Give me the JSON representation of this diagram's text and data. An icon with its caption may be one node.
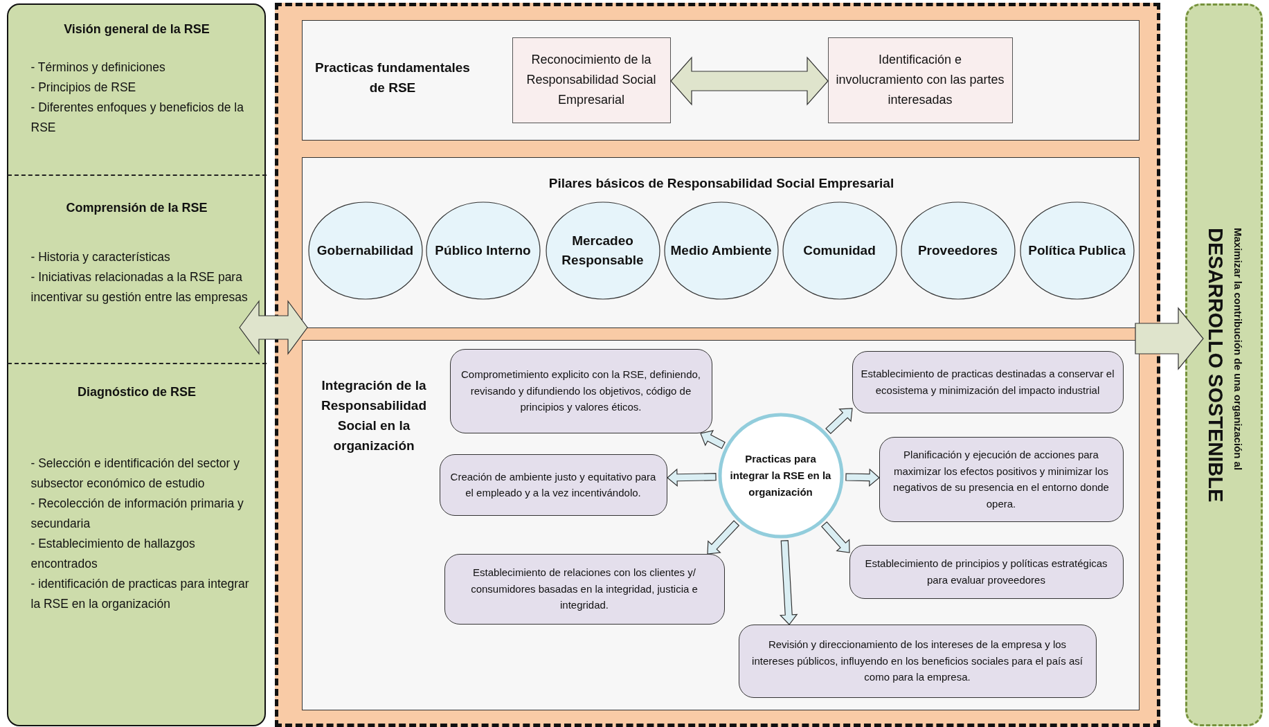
{
  "diagram": {
    "nodes": [
      {
        "text": [],
        "shape": "box"
      },
      {
        "text": [
          "Visión general de la RSE",
          "- Términos y definiciones",
          "- Principios de RSE",
          "- Diferentes enfoques y beneficios de la RSE"
        ],
        "in": 0
      },
      {
        "text": [
          "Comprensión de la RSE",
          "- Historia y características",
          "- Iniciativas relacionadas a la RSE para incentivar su gestión entre las empresas"
        ],
        "in": 0
      },
      {
        "text": [
          "Diagnóstico de RSE",
          "- Selección e identificación del sector y subsector económico de estudio",
          "- Recolección de información primaria y secundaria",
          "- Establecimiento de hallazgos encontrados",
          "- identificación de practicas para integrar la RSE en la organización"
        ],
        "in": 0
      },
      {
        "text": [],
        "shape": "box"
      },
      {
        "text": [
          "Practicas fundamentales de RSE"
        ],
        "in": 4
      },
      {
        "text": [
          "Reconocimiento de la Responsabilidad Social Empresarial"
        ],
        "in": 5
      },
      {
        "text": [
          "Identificación e involucramiento con las partes interesadas"
        ],
        "in": 5
      },
      {
        "text": [
          "Pilares básicos de Responsabilidad Social Empresarial"
        ],
        "in": 4
      },
      {
        "text": [
          "Gobernabilidad"
        ],
        "in": 8
      },
      {
        "text": [
          "Público Interno"
        ],
        "in": 8
      },
      {
        "text": [
          "Mercadeo Responsable"
        ],
        "in": 8
      },
      {
        "text": [
          "Medio Ambiente"
        ],
        "in": 8
      },
      {
        "text": [
          "Comunidad"
        ],
        "in": 8
      },
      {
        "text": [
          "Proveedores"
        ],
        "in": 8
      },
      {
        "text": [
          "Política Publica"
        ],
        "in": 8
      },
      {
        "text": [
          "Integración de la Responsabilidad Social en la organización"
        ],
        "in": 4
      },
      {
        "text": [
          "Practicas para integrar la RSE en la organización"
        ],
        "in": 16
      },
      {
        "text": [
          "Comprometimiento explicito con la RSE, definiendo, revisando y difundiendo los objetivos, código de principios y valores éticos."
        ],
        "in": 16
      },
      {
        "text": [
          "Establecimiento de practicas destinadas a conservar el ecosistema y minimización del impacto industrial"
        ],
        "in": 16
      },
      {
        "text": [
          "Creación de ambiente justo y equitativo para el empleado y a la vez incentivándolo."
        ],
        "in": 16
      },
      {
        "text": [
          "Planificación y ejecución de acciones para maximizar los efectos positivos y minimizar los negativos de su presencia en el entorno donde opera."
        ],
        "in": 16
      },
      {
        "text": [
          "Establecimiento de relaciones con los clientes y/ consumidores basadas en la integridad, justicia e integridad."
        ],
        "in": 16
      },
      {
        "text": [
          "Establecimiento de principios y políticas estratégicas para evaluar proveedores"
        ],
        "in": 16
      },
      {
        "text": [
          "Revisión y direccionamiento de los intereses de la empresa y los intereses públicos, influyendo en los beneficios sociales para el país así como para la empresa."
        ],
        "in": 16
      },
      {
        "text": [
          "Maximizar la contribución de una organización al",
          "DESARROLLO SOSTENIBLE"
        ]
      }
    ],
    "edges": [
      {
        "from": 6,
        "to": 7,
        "arrow": "both"
      },
      {
        "from": 0,
        "to": 4,
        "arrow": "both"
      },
      {
        "from": 4,
        "to": 25,
        "arrow": "to"
      },
      {
        "from": 17,
        "to": 18,
        "arrow": "to"
      },
      {
        "from": 17,
        "to": 19,
        "arrow": "to"
      },
      {
        "from": 17,
        "to": 20,
        "arrow": "to"
      },
      {
        "from": 17,
        "to": 21,
        "arrow": "to"
      },
      {
        "from": 17,
        "to": 22,
        "arrow": "to"
      },
      {
        "from": 17,
        "to": 23,
        "arrow": "to"
      },
      {
        "from": 17,
        "to": 24,
        "arrow": "to"
      }
    ]
  }
}
